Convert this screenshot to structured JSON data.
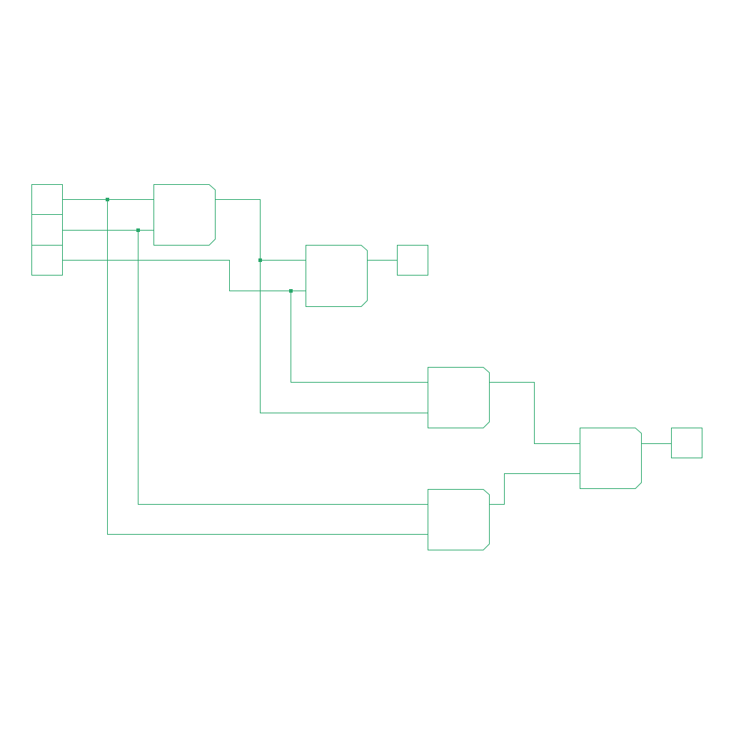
{
  "diagram": {
    "type": "logic-circuit",
    "stroke_color": "#2aa86b",
    "background_color": "#ffffff",
    "inputs": [
      {
        "id": "in1",
        "label": ""
      },
      {
        "id": "in2",
        "label": ""
      },
      {
        "id": "in3",
        "label": ""
      }
    ],
    "gates": [
      {
        "id": "gate1",
        "label": ""
      },
      {
        "id": "gate2",
        "label": ""
      },
      {
        "id": "gate3",
        "label": ""
      },
      {
        "id": "gate4",
        "label": ""
      },
      {
        "id": "gate5",
        "label": ""
      }
    ],
    "outputs": [
      {
        "id": "out1",
        "label": ""
      },
      {
        "id": "out2",
        "label": ""
      }
    ],
    "connections": [
      {
        "from": "in1",
        "to": "gate1"
      },
      {
        "from": "in2",
        "to": "gate1"
      },
      {
        "from": "in1",
        "to": "gate4"
      },
      {
        "from": "in2",
        "to": "gate4"
      },
      {
        "from": "gate1",
        "to": "gate2"
      },
      {
        "from": "gate1",
        "to": "gate3"
      },
      {
        "from": "in3",
        "to": "gate2"
      },
      {
        "from": "in3",
        "to": "gate3"
      },
      {
        "from": "gate2",
        "to": "out1"
      },
      {
        "from": "gate3",
        "to": "gate5"
      },
      {
        "from": "gate4",
        "to": "gate5"
      },
      {
        "from": "gate5",
        "to": "out2"
      }
    ]
  }
}
